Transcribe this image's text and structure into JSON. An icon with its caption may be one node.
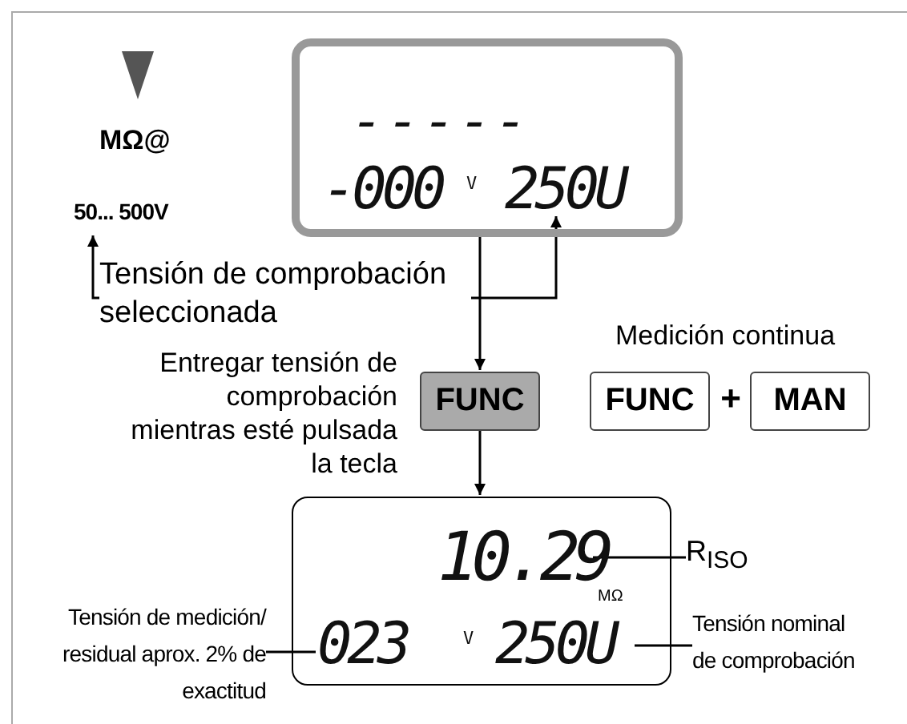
{
  "diagram": {
    "nodes": [
      {
        "text": [
          "50... 500V"
        ]
      },
      {
        "text": [],
        "shape": "box"
      },
      {
        "text": [
          "-----"
        ],
        "in": 1
      },
      {
        "text": [
          "-000"
        ],
        "in": 1
      },
      {
        "text": [
          "V"
        ],
        "in": 1
      },
      {
        "text": [
          "250U"
        ],
        "in": 1
      },
      {
        "text": [
          "Tensión de comprobación seleccionada"
        ]
      },
      {
        "text": [
          "FUNC"
        ]
      },
      {
        "text": [
          "FUNC"
        ]
      },
      {
        "text": [
          "MAN"
        ]
      },
      {
        "text": [],
        "shape": "box"
      },
      {
        "text": [
          "10.29"
        ],
        "in": 10
      },
      {
        "text": [
          "MΩ"
        ],
        "in": 10
      },
      {
        "text": [
          "023"
        ],
        "in": 10
      },
      {
        "text": [
          "V"
        ],
        "in": 10
      },
      {
        "text": [
          "250U"
        ],
        "in": 10
      },
      {
        "text": [
          "R$_{ISO}$"
        ]
      },
      {
        "text": [
          "Tensión de medición/ residual aprox. 2% de exactitud"
        ]
      },
      {
        "text": [
          "Tensión nominal de comprobación"
        ]
      }
    ],
    "edges": [
      {
        "from": 6,
        "to": 0,
        "arrow": "to"
      },
      {
        "from": 6,
        "to": 5,
        "arrow": "to"
      },
      {
        "from": 1,
        "to": 7,
        "arrow": "to"
      },
      {
        "from": 7,
        "to": 10,
        "arrow": "to"
      },
      {
        "from": 16,
        "to": 11,
        "arrow": "none"
      },
      {
        "from": 17,
        "to": 13,
        "arrow": "none"
      },
      {
        "from": 18,
        "to": 15,
        "arrow": "none"
      }
    ],
    "labels": [
      "MΩ@",
      "Entregar tensión de comprobación mientras esté pulsada la tecla",
      "Medición continua",
      "+"
    ]
  }
}
